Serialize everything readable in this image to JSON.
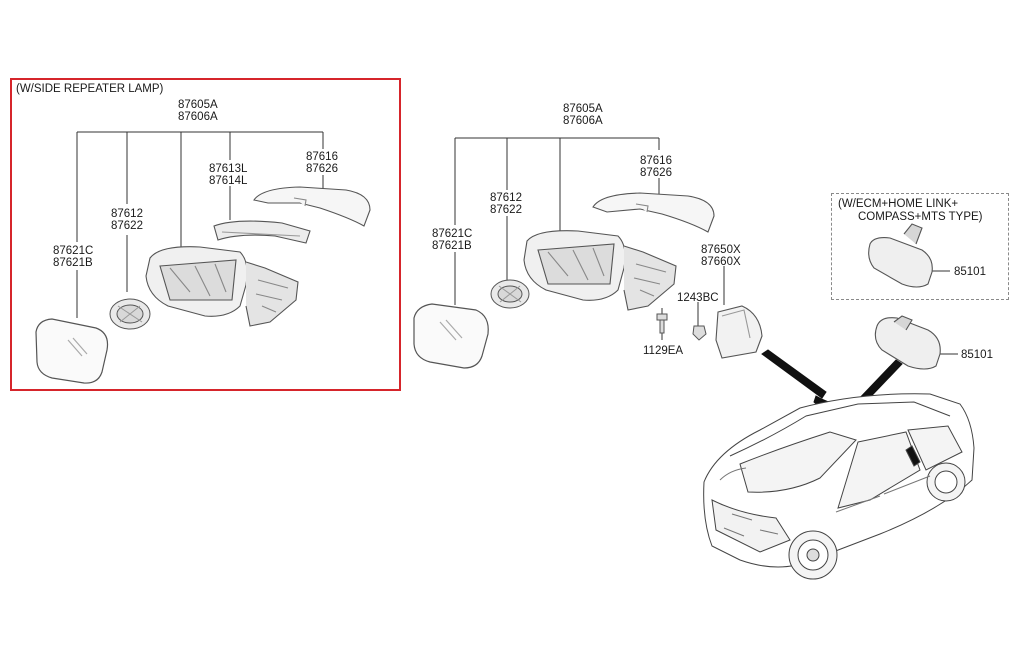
{
  "diagram": {
    "colors": {
      "frame": "#d6252b",
      "line": "#333333",
      "part_stroke": "#555555",
      "part_fill": "#f2f2f2"
    },
    "group_left": {
      "title": "(W/SIDE REPEATER LAMP)",
      "assembly_a": "87605A",
      "assembly_b": "87606A",
      "lamp_a": "87613L",
      "lamp_b": "87614L",
      "cover_a": "87616",
      "cover_b": "87626",
      "actuator_a": "87612",
      "actuator_b": "87622",
      "glass_a": "87621C",
      "glass_b": "87621B"
    },
    "group_center": {
      "assembly_a": "87605A",
      "assembly_b": "87606A",
      "cover_a": "87616",
      "cover_b": "87626",
      "actuator_a": "87612",
      "actuator_b": "87622",
      "glass_a": "87621C",
      "glass_b": "87621B",
      "trim_a": "87650X",
      "trim_b": "87660X",
      "clip": "1243BC",
      "screw": "1129EA"
    },
    "group_right": {
      "title_line1": "(W/ECM+HOME LINK+",
      "title_line2": "COMPASS+MTS TYPE)",
      "inside_mirror_option": "85101",
      "inside_mirror": "85101"
    }
  }
}
